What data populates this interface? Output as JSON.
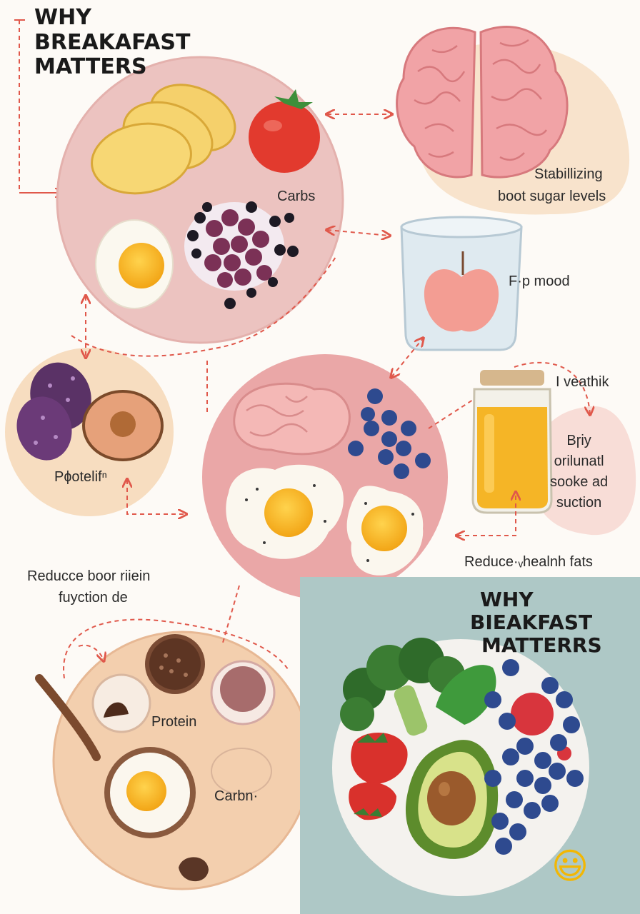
{
  "title": {
    "line1": "WHY",
    "line2": "BREAKAFAST",
    "line3": "MATTERS"
  },
  "labels": {
    "carbs_top": "Carbs",
    "stabilizing_line1": "Stabillizing",
    "stabilizing_line2": "boot sugar levels",
    "mood": "F·p mood",
    "protein_left": "Pɸotelifⁿ",
    "jar_heading": "I veathik",
    "jar_text_line1": "Bɼiy",
    "jar_text_line2": "orilunatl",
    "jar_text_line3": "sooke ad",
    "jar_text_line4": "suction",
    "reduce_fats": "Reduce·ᵥhealnh fats",
    "reduce_left_line1": "Reducce boor riiein",
    "reduce_left_line2": "fuyction de",
    "protein_bottom": "Protein",
    "carbs_bottom": "Carbn·"
  },
  "panel": {
    "line1": "WHY",
    "line2": "BIEAKFAST",
    "line3": "MATTERRS"
  },
  "emoji": "😃",
  "colors": {
    "arrow": "#e0584b",
    "panel_bg": "#aec8c6",
    "plate_pink": "#ecc3c0",
    "plate_peach": "#f3cfae"
  }
}
